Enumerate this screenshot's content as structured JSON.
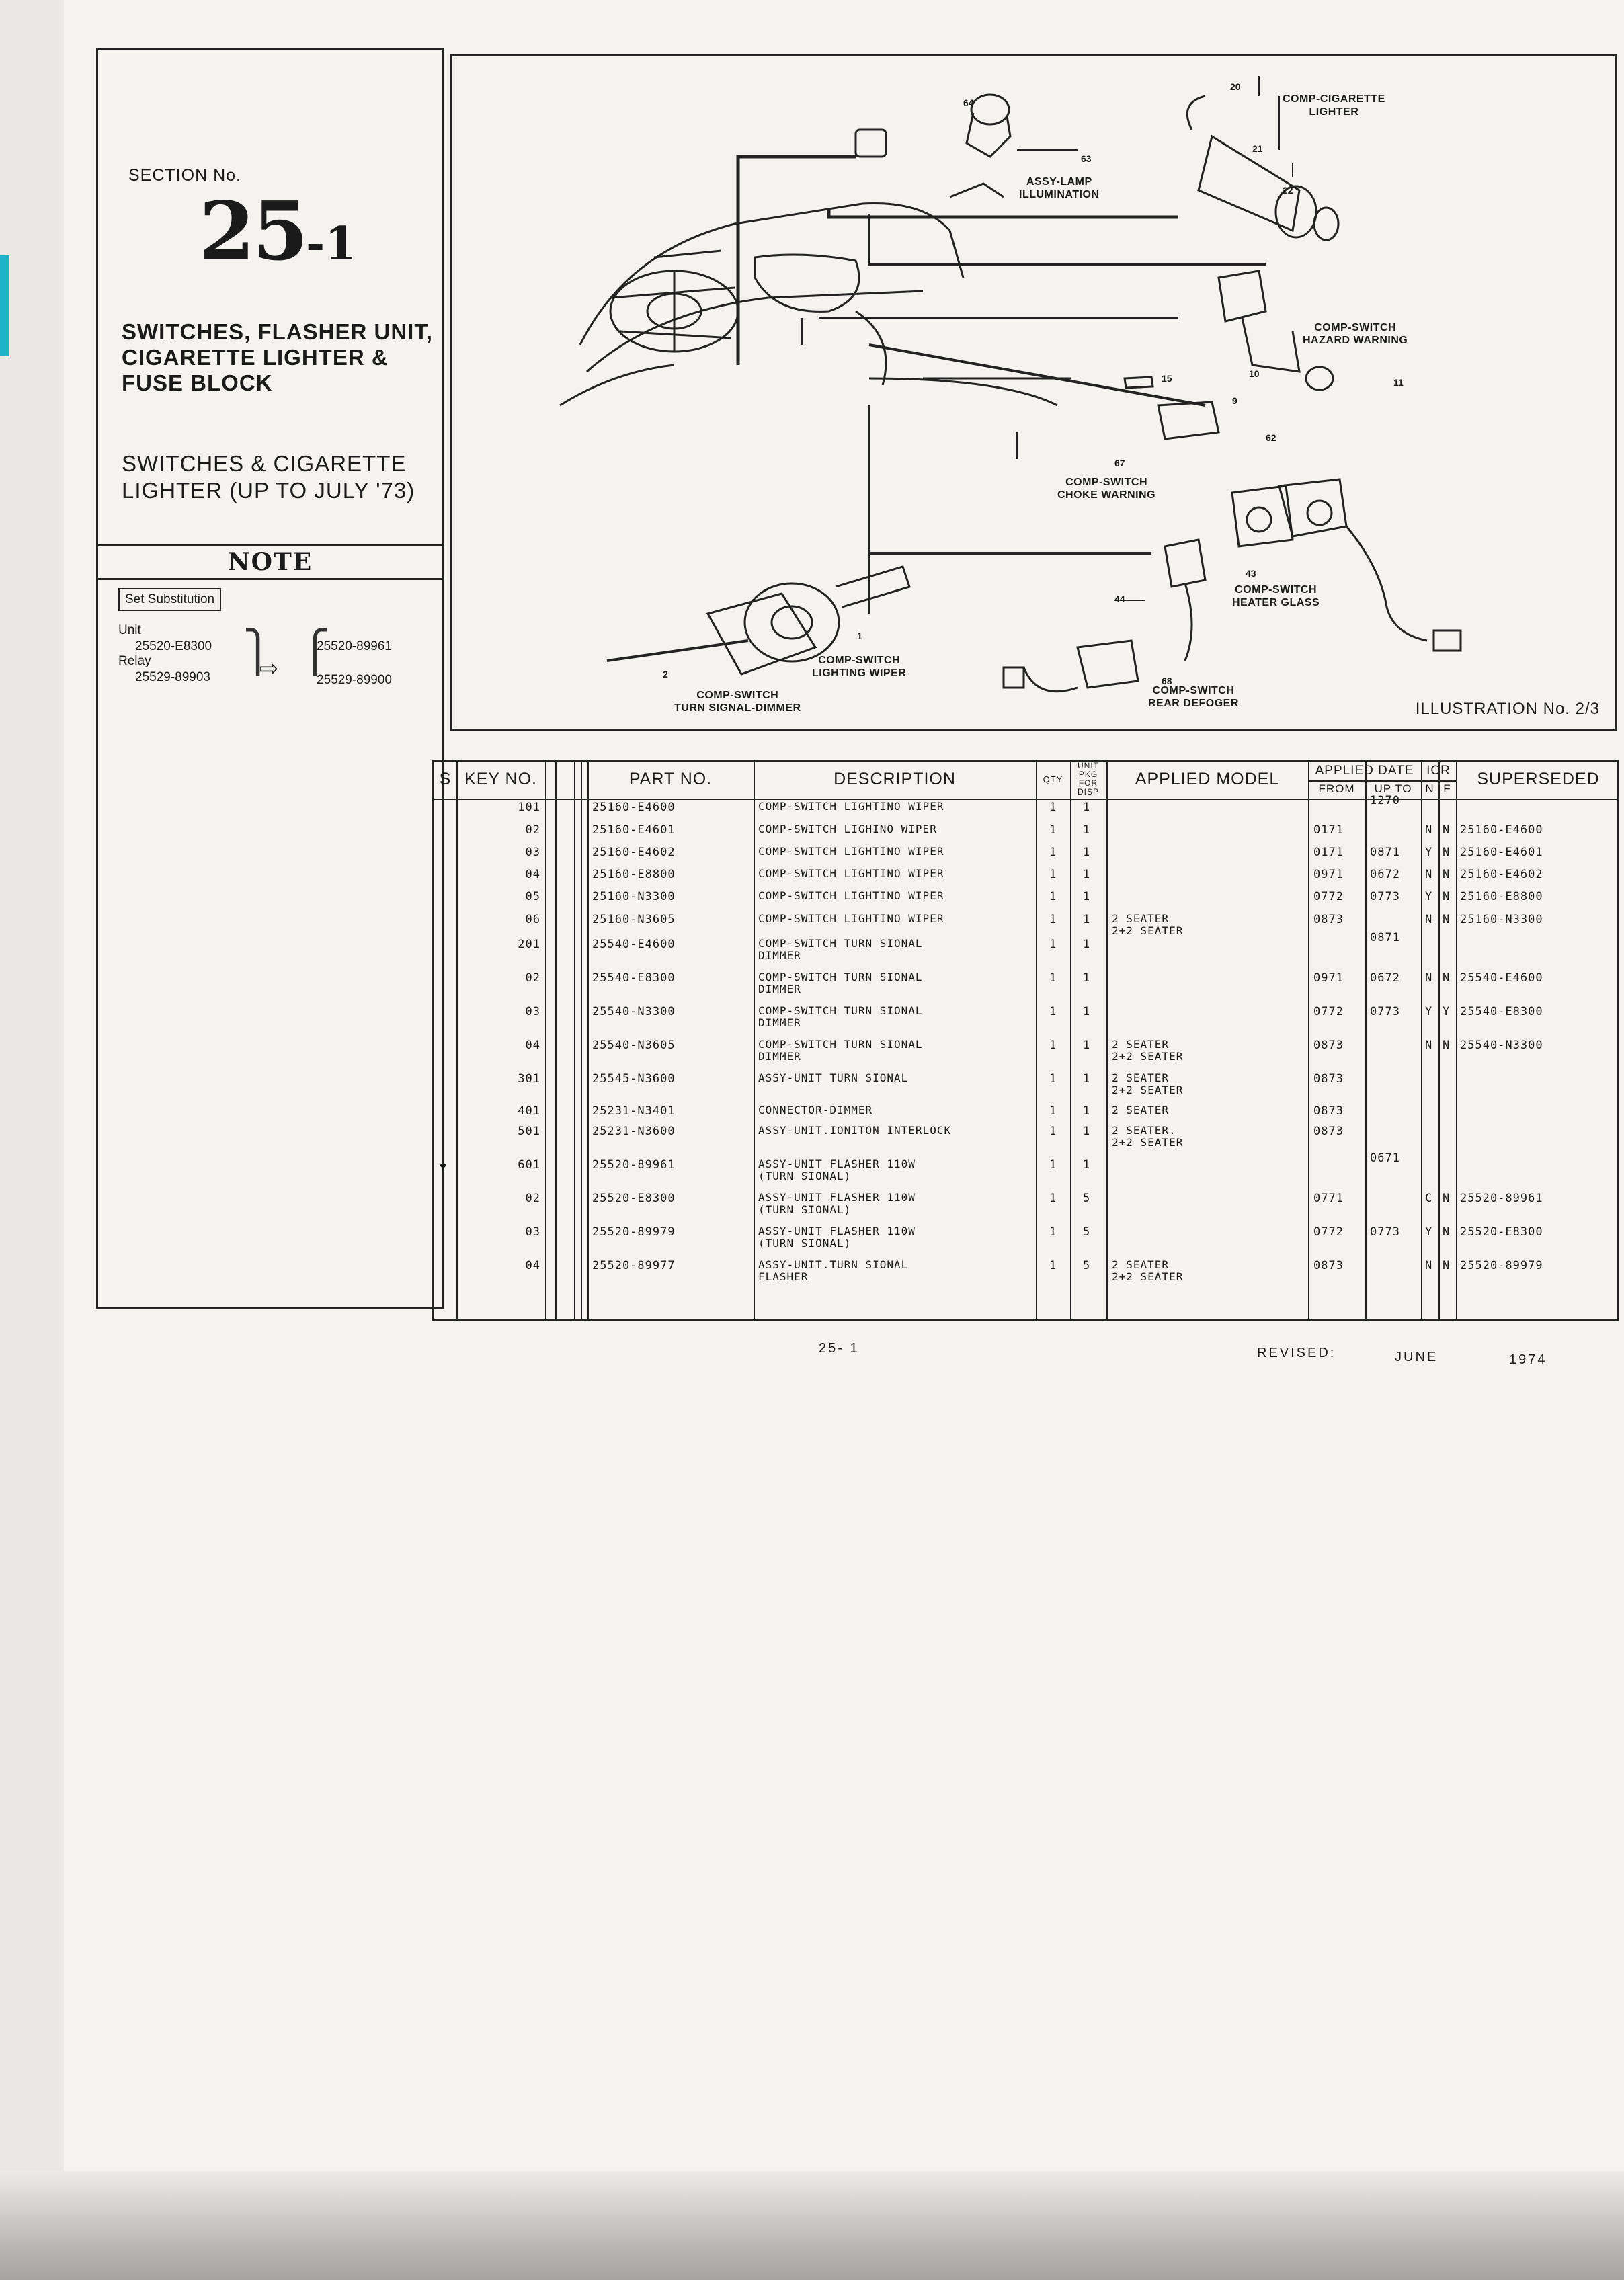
{
  "section": {
    "label": "SECTION No.",
    "number": "25",
    "number_suffix": "-1",
    "title": "SWITCHES, FLASHER UNIT, CIGARETTE LIGHTER & FUSE BLOCK",
    "subtitle": "SWITCHES & CIGARETTE LIGHTER (UP TO JULY '73)"
  },
  "note": {
    "heading": "NOTE",
    "substitution_label": "Set Substitution",
    "unit_label": "Unit",
    "unit_old": "25520-E8300",
    "relay_label": "Relay",
    "relay_old": "25529-89903",
    "arrow": "⇨",
    "unit_new": "25520-89961",
    "relay_new": "25529-89900"
  },
  "illustration": {
    "number_label": "ILLUSTRATION No. 2/3",
    "callouts": {
      "lamp": "ASSY-LAMP\nILLUMINATION",
      "cigarette": "COMP-CIGARETTE\nLIGHTER",
      "hazard": "COMP-SWITCH\nHAZARD WARNING",
      "choke": "COMP-SWITCH\nCHOKE WARNING",
      "heater": "COMP-SWITCH\nHEATER GLASS",
      "lighting": "COMP-SWITCH\nLIGHTING WIPER",
      "turn": "COMP-SWITCH\nTURN SIGNAL-DIMMER",
      "defogger": "COMP-SWITCH\nREAR DEFOGER"
    },
    "numbers": [
      "64",
      "63",
      "20",
      "21",
      "22",
      "10",
      "9",
      "11",
      "15",
      "67",
      "62",
      "43",
      "44",
      "1",
      "2",
      "68"
    ]
  },
  "table": {
    "headers": {
      "s": "S",
      "key": "KEY NO.",
      "part": "PART NO.",
      "desc": "DESCRIPTION",
      "qty": "QTY",
      "pkg": "UNIT\nPKG\nFOR DISP",
      "model": "APPLIED MODEL",
      "date": "APPLIED DATE",
      "from": "FROM",
      "upto": "UP TO",
      "icr": "ICR",
      "n": "N",
      "f": "F",
      "superseded": "SUPERSEDED"
    },
    "rows": [
      {
        "mark": "",
        "key": "101",
        "part": "25160-E4600",
        "desc": "COMP-SWITCH LIGHTINO WIPER",
        "qty": "1",
        "pkg": "1",
        "model": "",
        "from": "",
        "upto": "1270",
        "n": "",
        "f": "",
        "sup": ""
      },
      {
        "mark": "",
        "key": "02",
        "part": "25160-E4601",
        "desc": "COMP-SWITCH LIGHINO WIPER",
        "qty": "1",
        "pkg": "1",
        "model": "",
        "from": "0171",
        "upto": "",
        "n": "N",
        "f": "N",
        "sup": "25160-E4600"
      },
      {
        "mark": "",
        "key": "03",
        "part": "25160-E4602",
        "desc": "COMP-SWITCH LIGHTINO WIPER",
        "qty": "1",
        "pkg": "1",
        "model": "",
        "from": "0171",
        "upto": "0871",
        "n": "Y",
        "f": "N",
        "sup": "25160-E4601"
      },
      {
        "mark": "",
        "key": "04",
        "part": "25160-E8800",
        "desc": "COMP-SWITCH LIGHTINO WIPER",
        "qty": "1",
        "pkg": "1",
        "model": "",
        "from": "0971",
        "upto": "0672",
        "n": "N",
        "f": "N",
        "sup": "25160-E4602"
      },
      {
        "mark": "",
        "key": "05",
        "part": "25160-N3300",
        "desc": "COMP-SWITCH LIGHTINO WIPER",
        "qty": "1",
        "pkg": "1",
        "model": "",
        "from": "0772",
        "upto": "0773",
        "n": "Y",
        "f": "N",
        "sup": "25160-E8800"
      },
      {
        "mark": "",
        "key": "06",
        "part": "25160-N3605",
        "desc": "COMP-SWITCH LIGHTINO WIPER",
        "qty": "1",
        "pkg": "1",
        "model": "2 SEATER\n2+2 SEATER",
        "from": "0873",
        "upto": "",
        "n": "N",
        "f": "N",
        "sup": "25160-N3300"
      },
      {
        "mark": "",
        "key": "201",
        "part": "25540-E4600",
        "desc": "COMP-SWITCH TURN SIONAL\nDIMMER",
        "qty": "1",
        "pkg": "1",
        "model": "",
        "from": "",
        "upto": "0871",
        "n": "",
        "f": "",
        "sup": ""
      },
      {
        "mark": "",
        "key": "02",
        "part": "25540-E8300",
        "desc": "COMP-SWITCH TURN SIONAL\nDIMMER",
        "qty": "1",
        "pkg": "1",
        "model": "",
        "from": "0971",
        "upto": "0672",
        "n": "N",
        "f": "N",
        "sup": "25540-E4600"
      },
      {
        "mark": "",
        "key": "03",
        "part": "25540-N3300",
        "desc": "COMP-SWITCH TURN SIONAL\nDIMMER",
        "qty": "1",
        "pkg": "1",
        "model": "",
        "from": "0772",
        "upto": "0773",
        "n": "Y",
        "f": "Y",
        "sup": "25540-E8300"
      },
      {
        "mark": "",
        "key": "04",
        "part": "25540-N3605",
        "desc": "COMP-SWITCH TURN SIONAL\nDIMMER",
        "qty": "1",
        "pkg": "1",
        "model": "2 SEATER\n2+2 SEATER",
        "from": "0873",
        "upto": "",
        "n": "N",
        "f": "N",
        "sup": "25540-N3300"
      },
      {
        "mark": "",
        "key": "301",
        "part": "25545-N3600",
        "desc": "ASSY-UNIT TURN SIONAL",
        "qty": "1",
        "pkg": "1",
        "model": "2 SEATER\n2+2 SEATER",
        "from": "0873",
        "upto": "",
        "n": "",
        "f": "",
        "sup": ""
      },
      {
        "mark": "",
        "key": "401",
        "part": "25231-N3401",
        "desc": "CONNECTOR-DIMMER",
        "qty": "1",
        "pkg": "1",
        "model": "2 SEATER",
        "from": "0873",
        "upto": "",
        "n": "",
        "f": "",
        "sup": ""
      },
      {
        "mark": "",
        "key": "501",
        "part": "25231-N3600",
        "desc": "ASSY-UNIT.IONITON INTERLOCK",
        "qty": "1",
        "pkg": "1",
        "model": "2 SEATER.\n2+2 SEATER",
        "from": "0873",
        "upto": "",
        "n": "",
        "f": "",
        "sup": ""
      },
      {
        "mark": "◆",
        "key": "601",
        "part": "25520-89961",
        "desc": "ASSY-UNIT FLASHER 110W\n(TURN SIONAL)",
        "qty": "1",
        "pkg": "1",
        "model": "",
        "from": "",
        "upto": "0671",
        "n": "",
        "f": "",
        "sup": ""
      },
      {
        "mark": "",
        "key": "02",
        "part": "25520-E8300",
        "desc": "ASSY-UNIT FLASHER 110W\n(TURN SIONAL)",
        "qty": "1",
        "pkg": "5",
        "model": "",
        "from": "0771",
        "upto": "",
        "n": "C",
        "f": "N",
        "sup": "25520-89961"
      },
      {
        "mark": "",
        "key": "03",
        "part": "25520-89979",
        "desc": "ASSY-UNIT FLASHER 110W\n(TURN SIONAL)",
        "qty": "1",
        "pkg": "5",
        "model": "",
        "from": "0772",
        "upto": "0773",
        "n": "Y",
        "f": "N",
        "sup": "25520-E8300"
      },
      {
        "mark": "",
        "key": "04",
        "part": "25520-89977",
        "desc": "ASSY-UNIT.TURN SIONAL\nFLASHER",
        "qty": "1",
        "pkg": "5",
        "model": "2 SEATER\n2+2 SEATER",
        "from": "0873",
        "upto": "",
        "n": "N",
        "f": "N",
        "sup": "25520-89979"
      }
    ]
  },
  "footer": {
    "page": "25-  1",
    "revised_label": "REVISED:",
    "month": "JUNE",
    "year": "1974"
  }
}
